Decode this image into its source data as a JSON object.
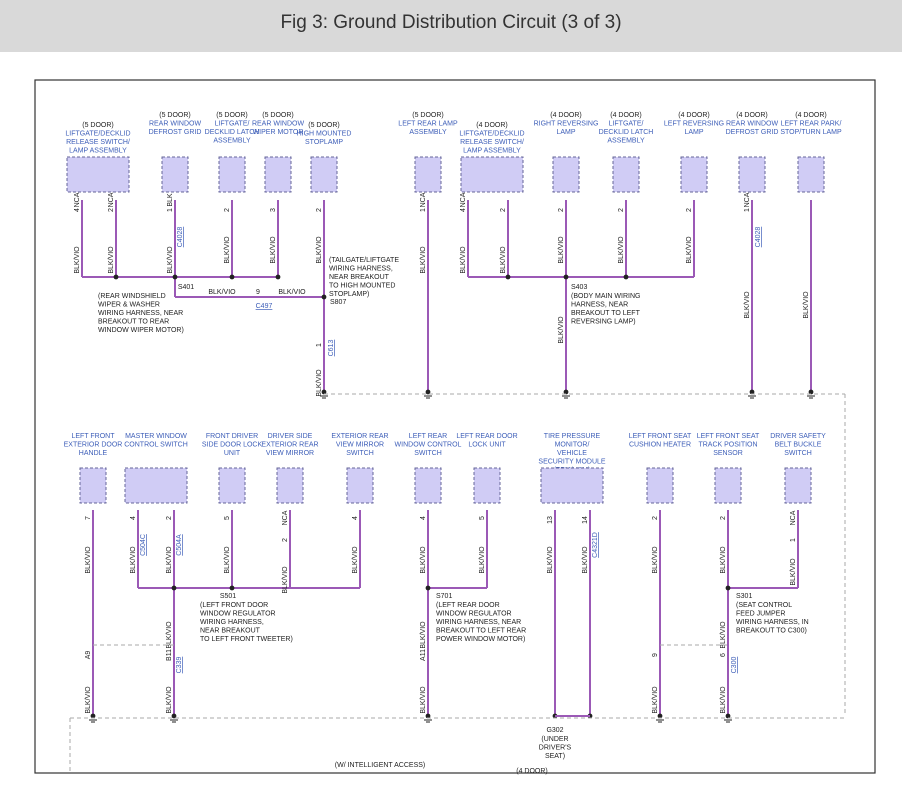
{
  "title": "Fig 3: Ground Distribution Circuit (3 of 3)",
  "colors": {
    "wire": "#9b59b6",
    "component_fill": "#d0ccf5",
    "component_border": "#666699",
    "label": "#3d5eb8",
    "text": "#222222",
    "border": "#333333",
    "dashed": "#aaaaaa"
  },
  "components": [
    {
      "qualifier": "(5 DOOR)",
      "name": "LIFTGATE/DECKLID RELEASE SWITCH/ LAMP ASSEMBLY"
    },
    {
      "qualifier": "(5 DOOR)",
      "name": "REAR WINDOW DEFROST GRID"
    },
    {
      "qualifier": "(5 DOOR)",
      "name": "LIFTGATE/ DECKLID LATCH ASSEMBLY"
    },
    {
      "qualifier": "(5 DOOR)",
      "name": "REAR WINDOW WIPER MOTOR"
    },
    {
      "qualifier": "(5 DOOR)",
      "name": "HIGH MOUNTED STOPLAMP"
    },
    {
      "qualifier": "(5 DOOR)",
      "name": "LEFT REAR LAMP ASSEMBLY"
    },
    {
      "qualifier": "(4 DOOR)",
      "name": "LIFTGATE/DECKLID RELEASE SWITCH/ LAMP ASSEMBLY"
    },
    {
      "qualifier": "(4 DOOR)",
      "name": "RIGHT REVERSING LAMP"
    },
    {
      "qualifier": "(4 DOOR)",
      "name": "LIFTGATE/ DECKLID LATCH ASSEMBLY"
    },
    {
      "qualifier": "(4 DOOR)",
      "name": "LEFT REVERSING LAMP"
    },
    {
      "qualifier": "(4 DOOR)",
      "name": "REAR WINDOW DEFROST GRID"
    },
    {
      "qualifier": "(4 DOOR)",
      "name": "LEFT REAR PARK/ STOP/TURN LAMP"
    },
    {
      "qualifier": "",
      "name": "LEFT FRONT EXTERIOR DOOR HANDLE"
    },
    {
      "qualifier": "",
      "name": "MASTER WINDOW CONTROL SWITCH"
    },
    {
      "qualifier": "",
      "name": "FRONT DRIVER SIDE DOOR LOCK UNIT"
    },
    {
      "qualifier": "",
      "name": "DRIVER SIDE EXTERIOR REAR VIEW MIRROR"
    },
    {
      "qualifier": "",
      "name": "EXTERIOR REAR VIEW MIRROR SWITCH"
    },
    {
      "qualifier": "",
      "name": "LEFT REAR WINDOW CONTROL SWITCH"
    },
    {
      "qualifier": "",
      "name": "LEFT REAR DOOR LOCK UNIT"
    },
    {
      "qualifier": "",
      "name": "TIRE PRESSURE MONITOR/ VEHICLE SECURITY MODULE (TPM/VSM)"
    },
    {
      "qualifier": "",
      "name": "LEFT FRONT SEAT CUSHION HEATER"
    },
    {
      "qualifier": "",
      "name": "LEFT FRONT SEAT TRACK POSITION SENSOR"
    },
    {
      "qualifier": "",
      "name": "DRIVER SAFETY BELT BUCKLE SWITCH"
    }
  ],
  "wire_labels": {
    "blkvio": "BLK/VIO",
    "blk": "BLK",
    "nca": "NCA"
  },
  "pins": [
    "4",
    "2",
    "1",
    "2",
    "3",
    "2",
    "1",
    "4",
    "2",
    "2",
    "2",
    "2",
    "1",
    "7",
    "4",
    "2",
    "5",
    "2",
    "4",
    "4",
    "5",
    "13",
    "14",
    "2",
    "2",
    "1",
    "9",
    "1",
    "9",
    "A9",
    "B11",
    "A11",
    "6"
  ],
  "connectors": [
    "C4028",
    "C497",
    "C613",
    "C4028",
    "C504C",
    "C504A",
    "C4321D",
    "C339",
    "C300"
  ],
  "splices": [
    {
      "id": "S401",
      "desc": "(REAR WINDSHIELD WIPER & WASHER WIRING HARNESS, NEAR BREAKOUT TO REAR WINDOW WIPER MOTOR)"
    },
    {
      "id": "S807",
      "desc": "(TAILGATE/LIFTGATE WIRING HARNESS, NEAR BREAKOUT TO HIGH MOUNTED STOPLAMP)"
    },
    {
      "id": "S403",
      "desc": "(BODY MAIN WIRING HARNESS, NEAR BREAKOUT TO LEFT REVERSING LAMP)"
    },
    {
      "id": "S501",
      "desc": "(LEFT FRONT DOOR WINDOW REGULATOR WIRING HARNESS, NEAR BREAKOUT TO LEFT FRONT TWEETER)"
    },
    {
      "id": "S701",
      "desc": "(LEFT REAR DOOR WINDOW REGULATOR WIRING HARNESS, NEAR BREAKOUT TO LEFT REAR POWER WINDOW MOTOR)"
    },
    {
      "id": "S301",
      "desc": "(SEAT CONTROL FEED JUMPER WIRING HARNESS, IN BREAKOUT TO C300)"
    }
  ],
  "ground": {
    "id": "G302",
    "desc": "(UNDER DRIVER'S SEAT)"
  },
  "footer_notes": [
    "(W/ INTELLIGENT ACCESS)",
    "(4 DOOR)"
  ]
}
